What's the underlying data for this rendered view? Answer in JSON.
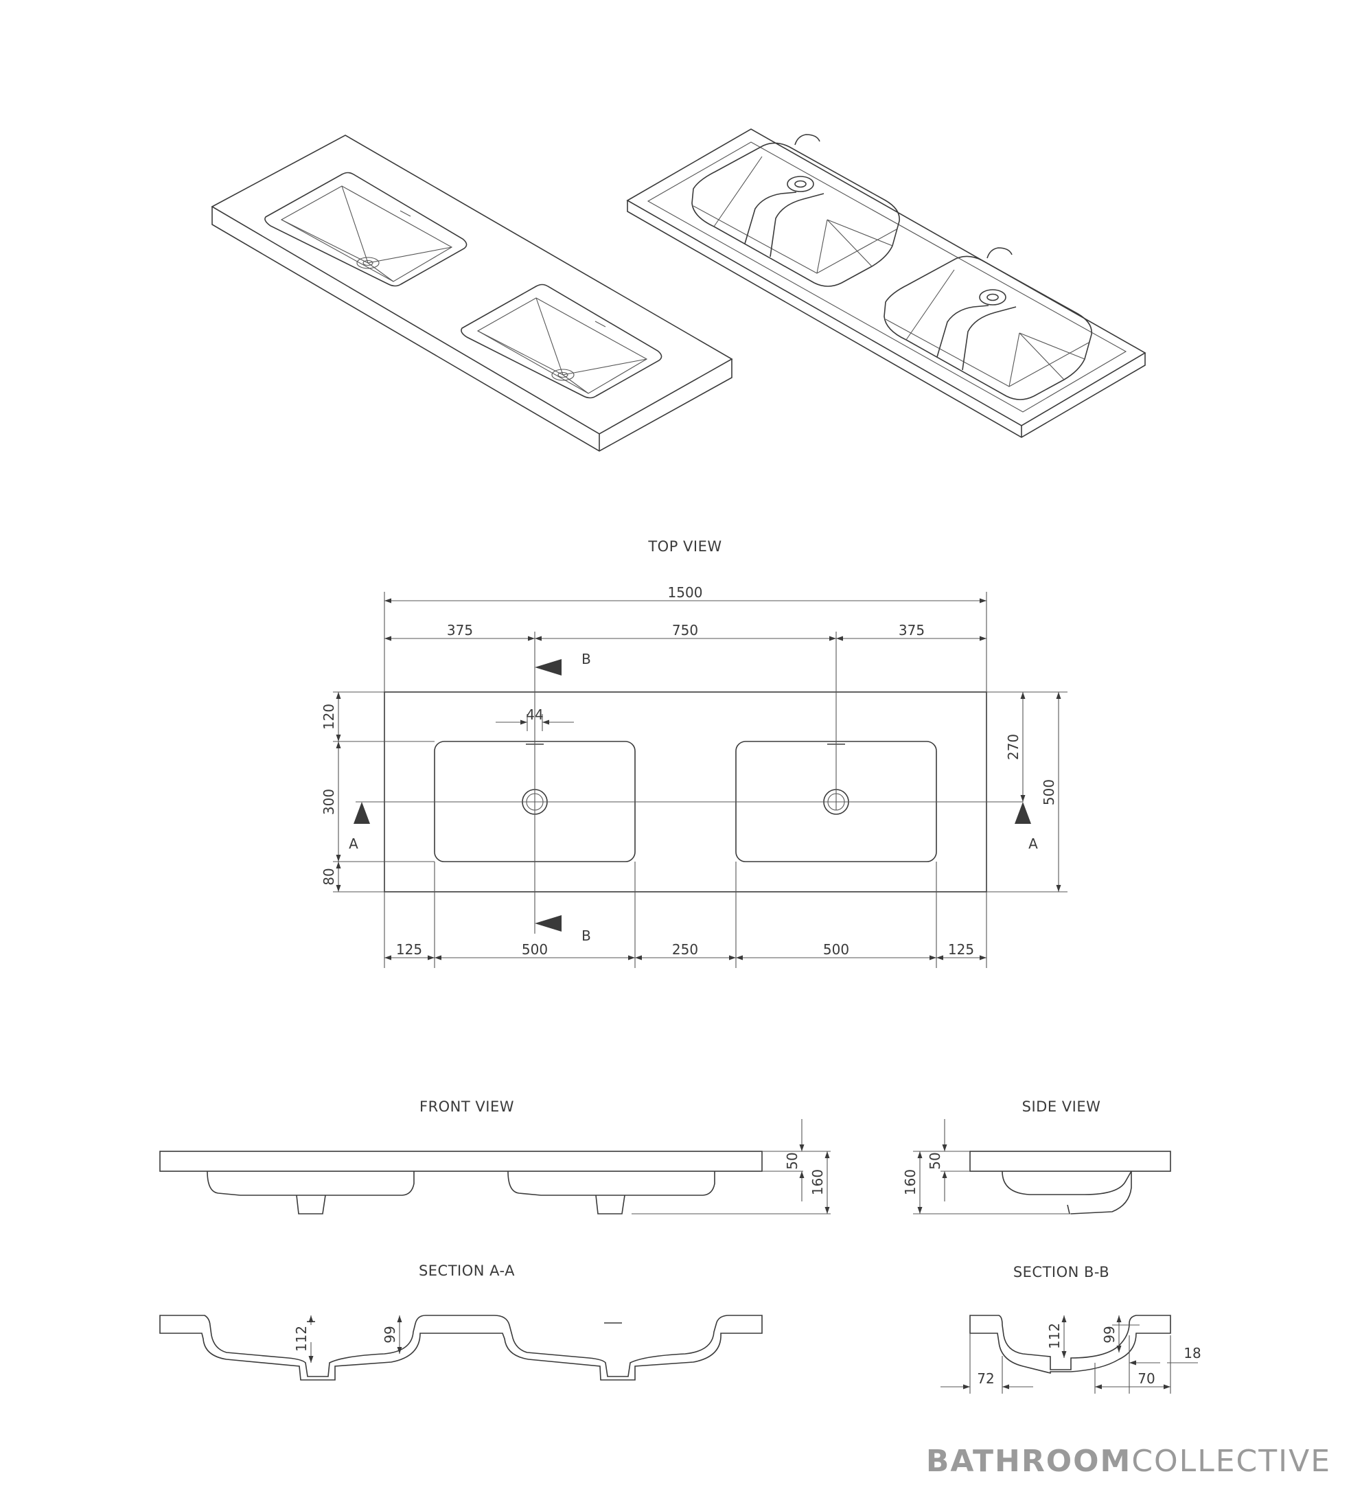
{
  "views": {
    "top": "TOP VIEW",
    "front": "FRONT VIEW",
    "side": "SIDE VIEW",
    "section_aa": "SECTION A-A",
    "section_bb": "SECTION B-B"
  },
  "markers": {
    "a": "A",
    "b": "B"
  },
  "dims": {
    "top": {
      "overall": "1500",
      "left_offset": "375",
      "center": "750",
      "right_offset": "375",
      "tap_hole": "44",
      "top_margin": "120",
      "bowl_depth": "300",
      "bottom_margin": "80",
      "to_drain": "270",
      "width": "500",
      "edge_left": "125",
      "bowl_left": "500",
      "gap": "250",
      "bowl_right": "500",
      "edge_right": "125"
    },
    "front": {
      "slab": "50",
      "total": "160"
    },
    "side": {
      "total": "160",
      "slab": "50"
    },
    "section_aa": {
      "depth_1": "112",
      "depth_2": "99"
    },
    "section_bb": {
      "depth_1": "112",
      "depth_2": "99",
      "back": "72",
      "front": "70",
      "lip": "18"
    }
  },
  "brand": {
    "bold": "BATHROOM",
    "light": "COLLECTIVE"
  }
}
